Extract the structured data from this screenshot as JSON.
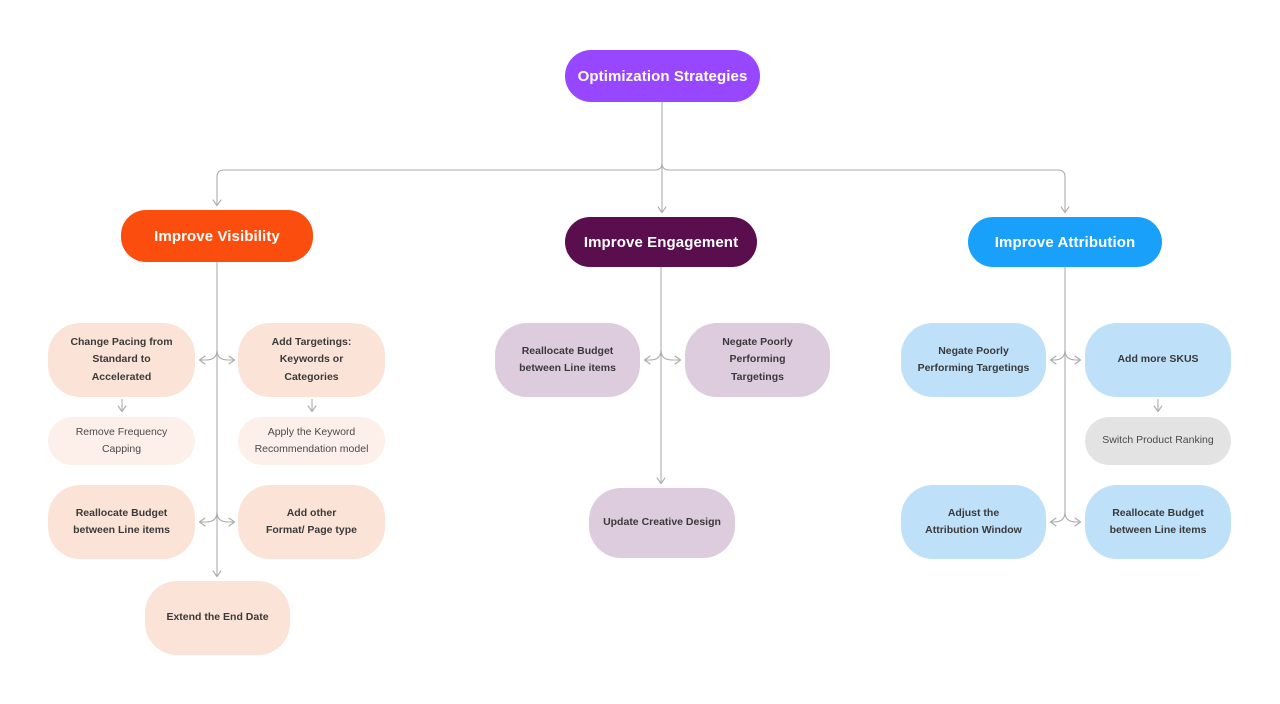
{
  "diagram": {
    "type": "flowchart",
    "background": "#FFFFFF"
  },
  "colors": {
    "root": "#9747FF",
    "visibility": "#FB4E0E",
    "engagement": "#5B0E4D",
    "attribution": "#18A0FB",
    "visibility_child": "#FCE3D7",
    "visibility_child_light": "#FDEFE9",
    "engagement_child": "#DDCBDE",
    "attribution_child": "#BEE0F9",
    "neutral_child": "#E3E3E3",
    "connector_line": "#ACACAC",
    "child_text": "#3A3A3A",
    "branch_text": "#FFFFFF"
  },
  "nodes": {
    "root": {
      "label": "Optimization Strategies"
    },
    "visibility": {
      "label": "Improve Visibility"
    },
    "engagement": {
      "label": "Improve Engagement"
    },
    "attribution": {
      "label": "Improve Attribution"
    },
    "change_pacing": {
      "label": "Change Pacing from\nStandard to Accelerated"
    },
    "add_targetings": {
      "label": "Add Targetings:\nKeywords or Categories"
    },
    "remove_freq": {
      "label": "Remove Frequency Capping"
    },
    "apply_keyword": {
      "label": "Apply the Keyword\nRecommendation model"
    },
    "realloc_left": {
      "label": "Reallocate Budget\nbetween Line items"
    },
    "add_other": {
      "label": "Add other\nFormat/ Page type"
    },
    "extend_date": {
      "label": "Extend the End Date"
    },
    "realloc_mid": {
      "label": "Reallocate Budget\nbetween Line items"
    },
    "negate_mid": {
      "label": "Negate Poorly Performing\nTargetings"
    },
    "update_creative": {
      "label": "Update Creative Design"
    },
    "negate_right": {
      "label": "Negate Poorly\nPerforming Targetings"
    },
    "add_skus": {
      "label": "Add more SKUS"
    },
    "switch_ranking": {
      "label": "Switch Product Ranking"
    },
    "adjust_window": {
      "label": "Adjust the\nAttribution Window"
    },
    "realloc_right": {
      "label": "Reallocate Budget\nbetween Line items"
    }
  }
}
